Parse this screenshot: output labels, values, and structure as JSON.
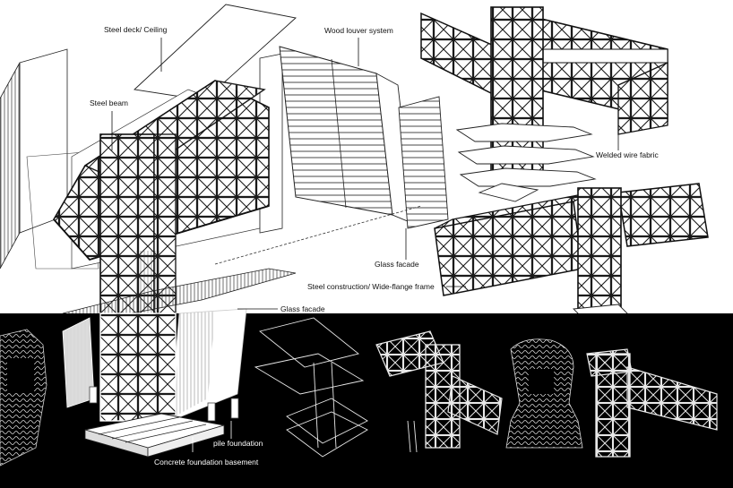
{
  "labels": {
    "steel_deck": "Steel deck/ Ceiling",
    "wood_louver": "Wood louver system",
    "steel_beam": "Steel beam",
    "welded_wire": "Welded wire fabric",
    "glass_facade_right": "Glass facade",
    "steel_construction": "Steel construction/ Wide-flange frame",
    "glass_facade_lower": "Glass facade",
    "pile_foundation": "pile foundation",
    "concrete_basement": "Concrete foundation basement"
  },
  "colors": {
    "line": "#1a1a1a",
    "background_top": "#ffffff",
    "background_bottom": "#000000",
    "wire_light": "#e8e8e8"
  },
  "icons": [
    "truss-cross-icon",
    "head-sculpture-icon"
  ]
}
